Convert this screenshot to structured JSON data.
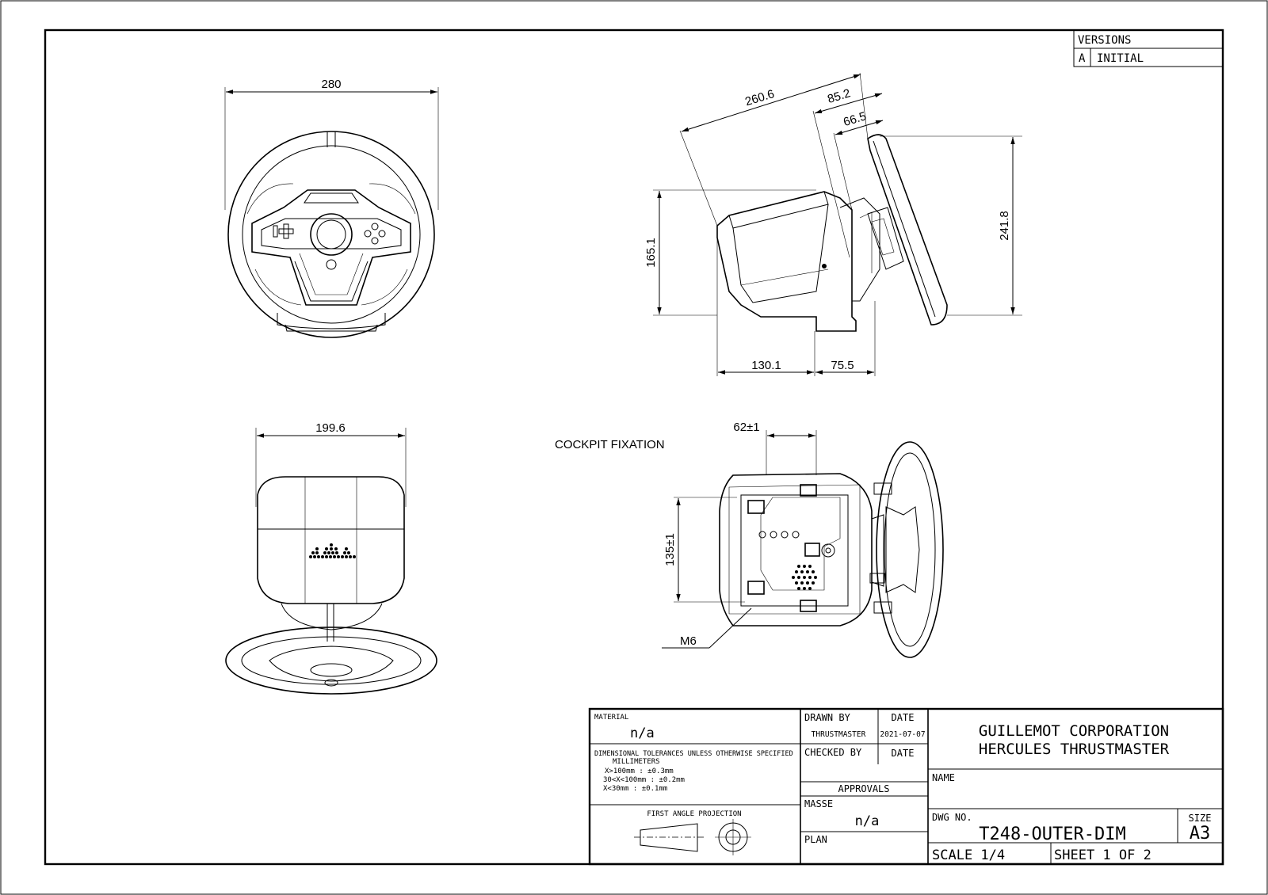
{
  "versions": {
    "header": "VERSIONS",
    "rev": "A",
    "desc": "INITIAL"
  },
  "dimensions": {
    "front_width": "280",
    "side_overall": "260.6",
    "side_85": "85.2",
    "side_66": "66.5",
    "side_height_base": "165.1",
    "side_height_total": "241.8",
    "side_depth_base": "130.1",
    "side_depth_clamp": "75.5",
    "top_width": "199.6",
    "fix_spacing": "62±1",
    "fix_depth": "135±1",
    "fix_thread": "M6"
  },
  "labels": {
    "cockpit_fixation": "COCKPIT FIXATION"
  },
  "title_block": {
    "material_label": "MATERIAL",
    "material_value": "n/a",
    "tolerance_title": "DIMENSIONAL TOLERANCES UNLESS OTHERWISE SPECIFIED",
    "tolerance_units": "MILLIMETERS",
    "tol1": "X>100mm : ±0.3mm",
    "tol2": "30<X<100mm : ±0.2mm",
    "tol3": "X<30mm : ±0.1mm",
    "projection": "FIRST ANGLE PROJECTION",
    "drawn_by_label": "DRAWN BY",
    "drawn_by_value": "THRUSTMASTER",
    "date_label": "DATE",
    "date_value": "2021-07-07",
    "checked_by_label": "CHECKED BY",
    "date_label_2": "DATE",
    "approvals": "APPROVALS",
    "masse_label": "MASSE",
    "masse_value": "n/a",
    "plan_label": "PLAN",
    "company1": "GUILLEMOT CORPORATION",
    "company2": "HERCULES THRUSTMASTER",
    "name_label": "NAME",
    "dwg_label": "DWG NO.",
    "dwg_value": "T248-OUTER-DIM",
    "size_label": "SIZE",
    "size_value": "A3",
    "scale": "SCALE 1/4",
    "sheet": "SHEET 1 OF 2"
  }
}
